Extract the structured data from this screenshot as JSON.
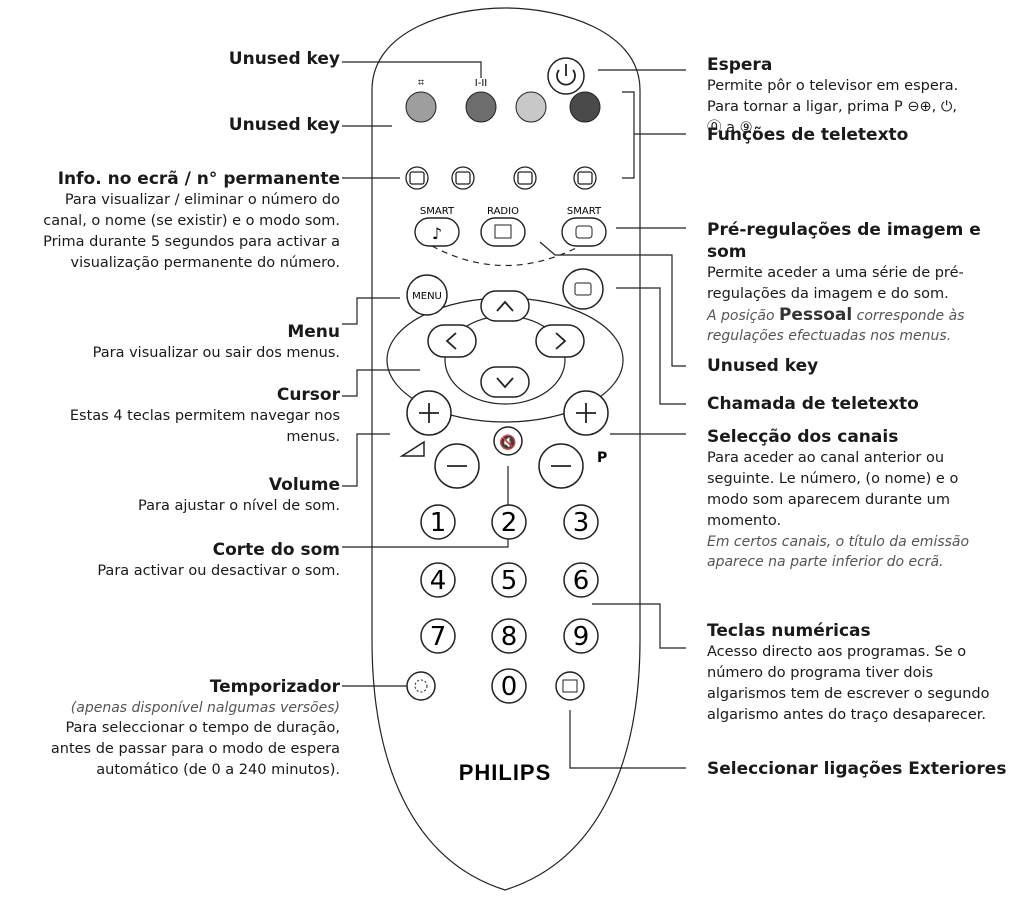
{
  "left": {
    "unused1": {
      "title": "Unused key"
    },
    "unused2": {
      "title": "Unused key"
    },
    "info": {
      "title": "Info. no ecrã / n° permanente",
      "l1": "Para visualizar / eliminar o número do",
      "l2": "canal, o nome (se existir) e o modo som.",
      "l3": "Prima durante 5 segundos para activar a",
      "l4": "visualização permanente do número."
    },
    "menu": {
      "title": "Menu",
      "l1": "Para visualizar ou sair dos menus."
    },
    "cursor": {
      "title": "Cursor",
      "l1": "Estas 4 teclas permitem navegar nos",
      "l2": "menus."
    },
    "volume": {
      "title": "Volume",
      "l1": "Para ajustar o nível de som."
    },
    "mute": {
      "title": "Corte do som",
      "l1": "Para activar ou desactivar o som."
    },
    "timer": {
      "title": "Temporizador",
      "l1": "(apenas disponível nalgumas versões)",
      "l2": "Para seleccionar o tempo de duração,",
      "l3": "antes de passar para o modo de espera",
      "l4": "automático (de 0 a 240 minutos)."
    }
  },
  "right": {
    "standby": {
      "title": "Espera",
      "l1": "Permite pôr o televisor em espera.",
      "l2": "Para tornar a ligar, prima P ⊖⊕, ⏻,",
      "l3": "⓪ a ⑨."
    },
    "teletext_functions": {
      "title": "Funções de teletexto"
    },
    "presets": {
      "title": "Pré-regulações de imagem e som",
      "l1": "Permite aceder a uma série de pré-",
      "l2": "regulações da imagem e do som.",
      "it1a": "A posição ",
      "it1b": "Pessoal",
      "it1c": " corresponde às",
      "it2": "regulações efectuadas nos menus."
    },
    "unused3": {
      "title": "Unused key"
    },
    "teletext_call": {
      "title": "Chamada de teletexto"
    },
    "channels": {
      "title": "Selecção dos canais",
      "l1": "Para aceder ao canal anterior ou",
      "l2": "seguinte. Le número, (o nome) e o",
      "l3": "modo som aparecem durante um",
      "l4": "momento.",
      "it1": "Em certos canais, o título da emissão",
      "it2": "aparece na parte inferior do ecrã."
    },
    "numeric": {
      "title": "Teclas numéricas",
      "l1": "Acesso directo aos programas. Se o",
      "l2": "número do programa tiver dois",
      "l3": "algarismos tem de escrever o segundo",
      "l4": "algarismo antes do traço desaparecer."
    },
    "external": {
      "title": "Seleccionar ligações Exteriores"
    }
  },
  "remote": {
    "brand": "PHILIPS",
    "top_small_labels": {
      "a": "⌗",
      "b": "I-II"
    },
    "smart_left": "SMART",
    "radio": "RADIO",
    "smart_right": "SMART",
    "menu_label": "MENU",
    "p_label": "P",
    "digits": [
      "1",
      "2",
      "3",
      "4",
      "5",
      "6",
      "7",
      "8",
      "9",
      "0"
    ],
    "colors": {
      "c1": "#9e9e9e",
      "c2": "#6e6e6e",
      "c3": "#c8c8c8",
      "c4": "#4a4a4a"
    }
  }
}
